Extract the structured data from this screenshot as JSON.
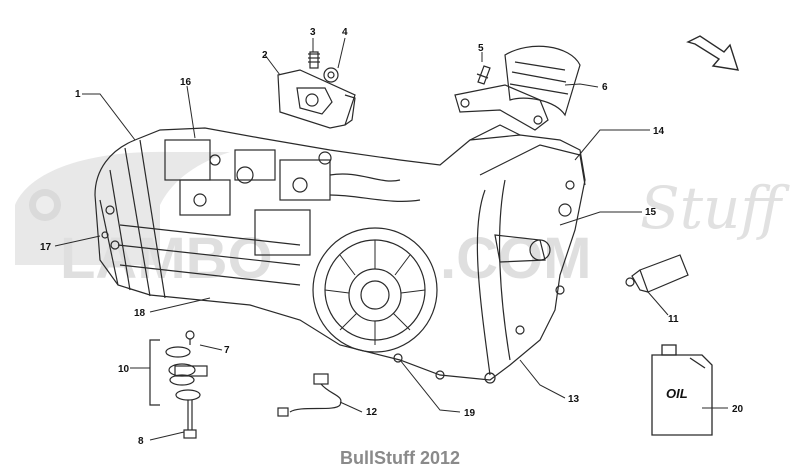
{
  "diagram": {
    "footer": "BullStuff 2012",
    "callouts": [
      "1",
      "2",
      "3",
      "4",
      "5",
      "6",
      "7",
      "8",
      "10",
      "11",
      "12",
      "13",
      "14",
      "15",
      "16",
      "17",
      "18",
      "19",
      "20"
    ],
    "oil_label": "OIL"
  },
  "colors": {
    "line": "#2a2a2a",
    "watermark": "#d9d9d9",
    "footer": "#8a8a8a"
  }
}
